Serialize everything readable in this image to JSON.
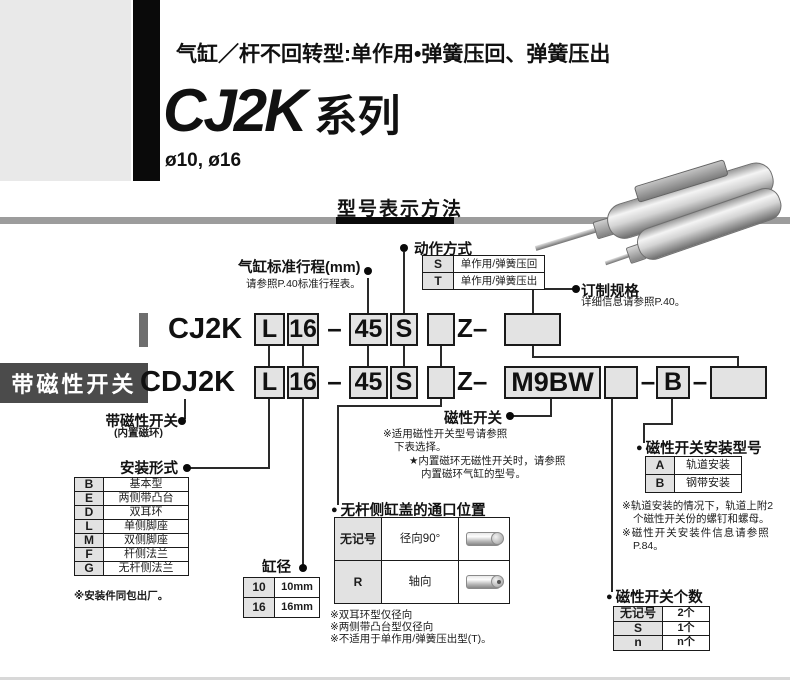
{
  "header": {
    "subtitle": "气缸／杆不回转型:单作用•弹簧压回、弹簧压出",
    "series": "CJ2K",
    "series_suffix": "系列",
    "bores": "ø10, ø16"
  },
  "section_title": "型号表示方法",
  "band_label": "带磁性开关",
  "model": {
    "row1": {
      "prefix": "CJ2K",
      "mount": "L",
      "bore": "16",
      "dash1": "–",
      "stroke": "45",
      "action": "S",
      "port": "",
      "z": "Z–",
      "order": ""
    },
    "row2": {
      "prefix": "CDJ2K",
      "mount": "L",
      "bore": "16",
      "dash1": "–",
      "stroke": "45",
      "action": "S",
      "port": "",
      "z": "Z–",
      "switch": "M9BW",
      "qty": "",
      "dash2": "–",
      "smount": "B",
      "dash3": "–",
      "order": ""
    }
  },
  "callouts": {
    "stroke": {
      "title": "气缸标准行程(mm)",
      "note": "请参照P.40标准行程表。"
    },
    "action": {
      "title": "动作方式",
      "rows": [
        [
          "S",
          "单作用/弹簧压回"
        ],
        [
          "T",
          "单作用/弹簧压出"
        ]
      ]
    },
    "order": {
      "title": "订制规格",
      "note": "详细信息请参照P.40。"
    },
    "with_switch": {
      "title": "带磁性开关",
      "sub": "(内置磁环)"
    },
    "mounting": {
      "title": "安装形式",
      "rows": [
        [
          "B",
          "基本型"
        ],
        [
          "E",
          "两侧带凸台"
        ],
        [
          "D",
          "双耳环"
        ],
        [
          "L",
          "单侧脚座"
        ],
        [
          "M",
          "双侧脚座"
        ],
        [
          "F",
          "杆侧法兰"
        ],
        [
          "G",
          "无杆侧法兰"
        ]
      ],
      "note": "※安装件同包出厂。"
    },
    "bore": {
      "title": "缸径",
      "rows": [
        [
          "10",
          "10mm"
        ],
        [
          "16",
          "16mm"
        ]
      ]
    },
    "port": {
      "title": "无杆侧缸盖的通口位置",
      "rows": [
        [
          "无记号",
          "径向90°"
        ],
        [
          "R",
          "轴向"
        ]
      ],
      "notes": [
        "※双耳环型仅径向",
        "※两侧带凸台型仅径向",
        "※不适用于单作用/弹簧压出型(T)。"
      ]
    },
    "switch": {
      "title": "磁性开关",
      "notes": [
        "※适用磁性开关型号请参照",
        "下表选择。"
      ],
      "star_notes": [
        "★内置磁环无磁性开关时，请参照",
        "内置磁环气缸的型号。"
      ]
    },
    "switch_mount": {
      "title": "磁性开关安装型号",
      "rows": [
        [
          "A",
          "轨道安装"
        ],
        [
          "B",
          "钢带安装"
        ]
      ],
      "notes": [
        "※轨道安装的情况下，轨道上附2",
        "个磁性开关份的螺钉和螺母。",
        "※磁性开关安装件信息请参照",
        "P.84。"
      ]
    },
    "switch_qty": {
      "title": "磁性开关个数",
      "rows": [
        [
          "无记号",
          "2个"
        ],
        [
          "S",
          "1个"
        ],
        [
          "n",
          "n个"
        ]
      ]
    }
  }
}
